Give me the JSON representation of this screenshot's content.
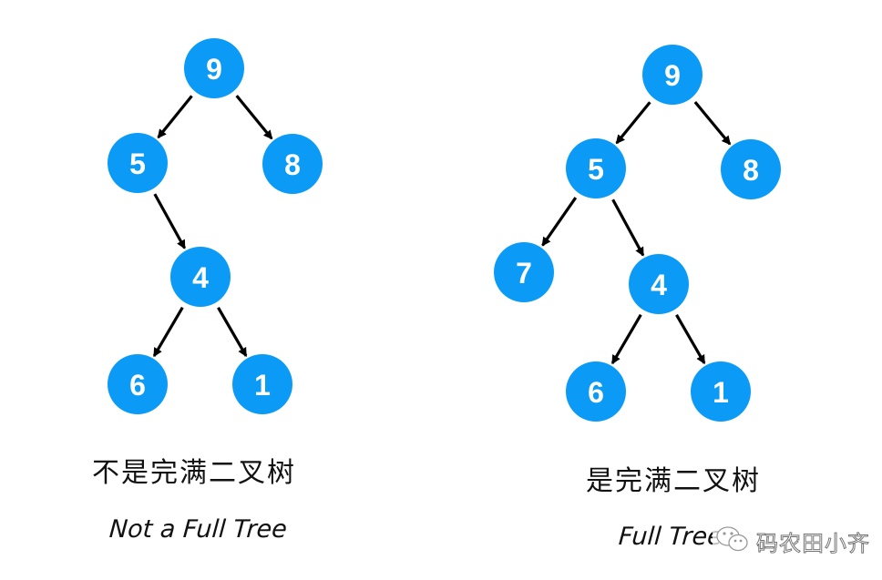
{
  "colors": {
    "node_fill": "#0b9bf7",
    "node_text": "#ffffff",
    "edge": "#000000"
  },
  "trees": [
    {
      "id": "not-full",
      "caption_cn": "不是完满二叉树",
      "caption_en": "Not a Full Tree",
      "nodes": [
        {
          "id": "L9",
          "label": "9"
        },
        {
          "id": "L5",
          "label": "5"
        },
        {
          "id": "L8",
          "label": "8"
        },
        {
          "id": "L4",
          "label": "4"
        },
        {
          "id": "L6",
          "label": "6"
        },
        {
          "id": "L1",
          "label": "1"
        }
      ],
      "edges": [
        [
          "L9",
          "L5"
        ],
        [
          "L9",
          "L8"
        ],
        [
          "L5",
          "L4"
        ],
        [
          "L4",
          "L6"
        ],
        [
          "L4",
          "L1"
        ]
      ]
    },
    {
      "id": "full",
      "caption_cn": "是完满二叉树",
      "caption_en": "Full Tree",
      "nodes": [
        {
          "id": "R9",
          "label": "9"
        },
        {
          "id": "R5",
          "label": "5"
        },
        {
          "id": "R8",
          "label": "8"
        },
        {
          "id": "R7",
          "label": "7"
        },
        {
          "id": "R4",
          "label": "4"
        },
        {
          "id": "R6",
          "label": "6"
        },
        {
          "id": "R1",
          "label": "1"
        }
      ],
      "edges": [
        [
          "R9",
          "R5"
        ],
        [
          "R9",
          "R8"
        ],
        [
          "R5",
          "R7"
        ],
        [
          "R5",
          "R4"
        ],
        [
          "R4",
          "R6"
        ],
        [
          "R4",
          "R1"
        ]
      ]
    }
  ],
  "watermark": {
    "icon": "wechat-icon",
    "text": "码农田小齐"
  }
}
